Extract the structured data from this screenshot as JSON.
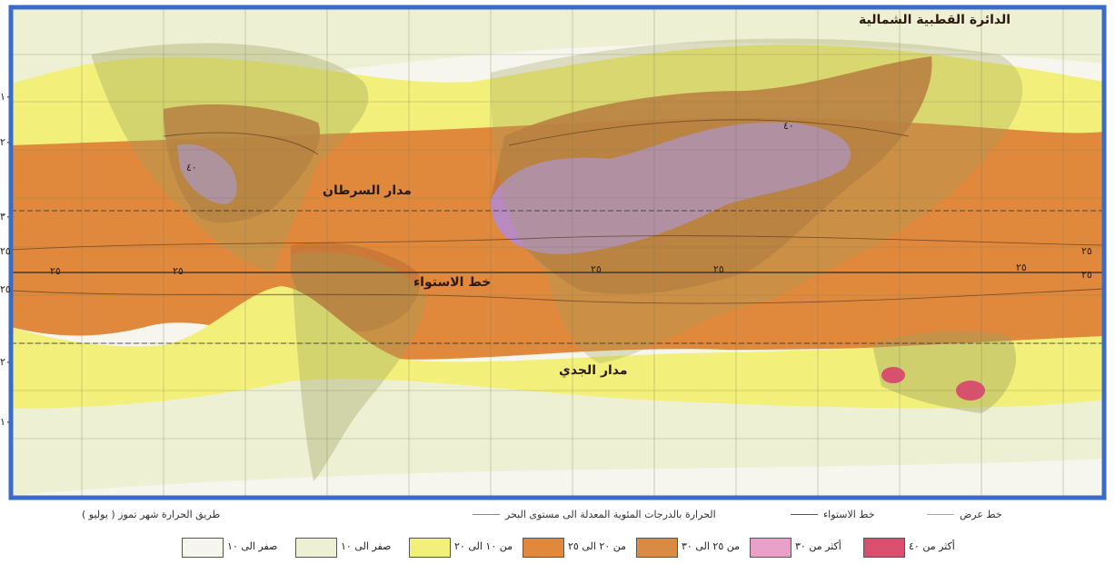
{
  "map": {
    "colors": {
      "frame": "#3a6bc8",
      "lt10": "#f7f6ee",
      "b10_20": "#eef0d4",
      "b20_30": "#f2f07a",
      "b30_35": "#e0893d",
      "b35_40": "#c77637",
      "b40plus": "#b98ac0",
      "b50plus": "#d9506e",
      "land_tint": "#9aa05a"
    },
    "labels": {
      "arctic": "الدائرة القطبية الشمالية",
      "cancer": "مدار السرطان",
      "equator": "خط الاستواء",
      "capricorn": "مدار الجدي"
    },
    "lat_left": [
      "١٠",
      "٢٠",
      "٣٠",
      "٢٥",
      "٢٥",
      "٢٠",
      "١٠"
    ],
    "isotherm_values": [
      "٢٥",
      "٢٥",
      "٢٥",
      "٢٥",
      "٢٥",
      "٢٥",
      "٢٥"
    ],
    "hot_spot": "٤٠",
    "legend": {
      "title": "طريق الحرارة شهر تموز ( يوليو )",
      "line_iso": "الحرارة بالدرجات المئوية المعدلة الى مستوى البحر",
      "line_equator": "خط الاستواء",
      "line_lat": "خط عرض",
      "items": [
        {
          "label": "صفر الى ١٠",
          "color": "#f7f6ee"
        },
        {
          "label": "صفر الى ١٠",
          "color": "#eef0d4"
        },
        {
          "label": "من ١٠ الى ٢٠",
          "color": "#f2f07a"
        },
        {
          "label": "من ٢٠ الى ٢٥",
          "color": "#e0893d"
        },
        {
          "label": "من ٢٥ الى ٣٠",
          "color": "#d98a44"
        },
        {
          "label": "أكثر من ٣٠",
          "color": "#e8a0c8"
        },
        {
          "label": "أكثر من ٤٠",
          "color": "#d9506e"
        }
      ]
    }
  }
}
